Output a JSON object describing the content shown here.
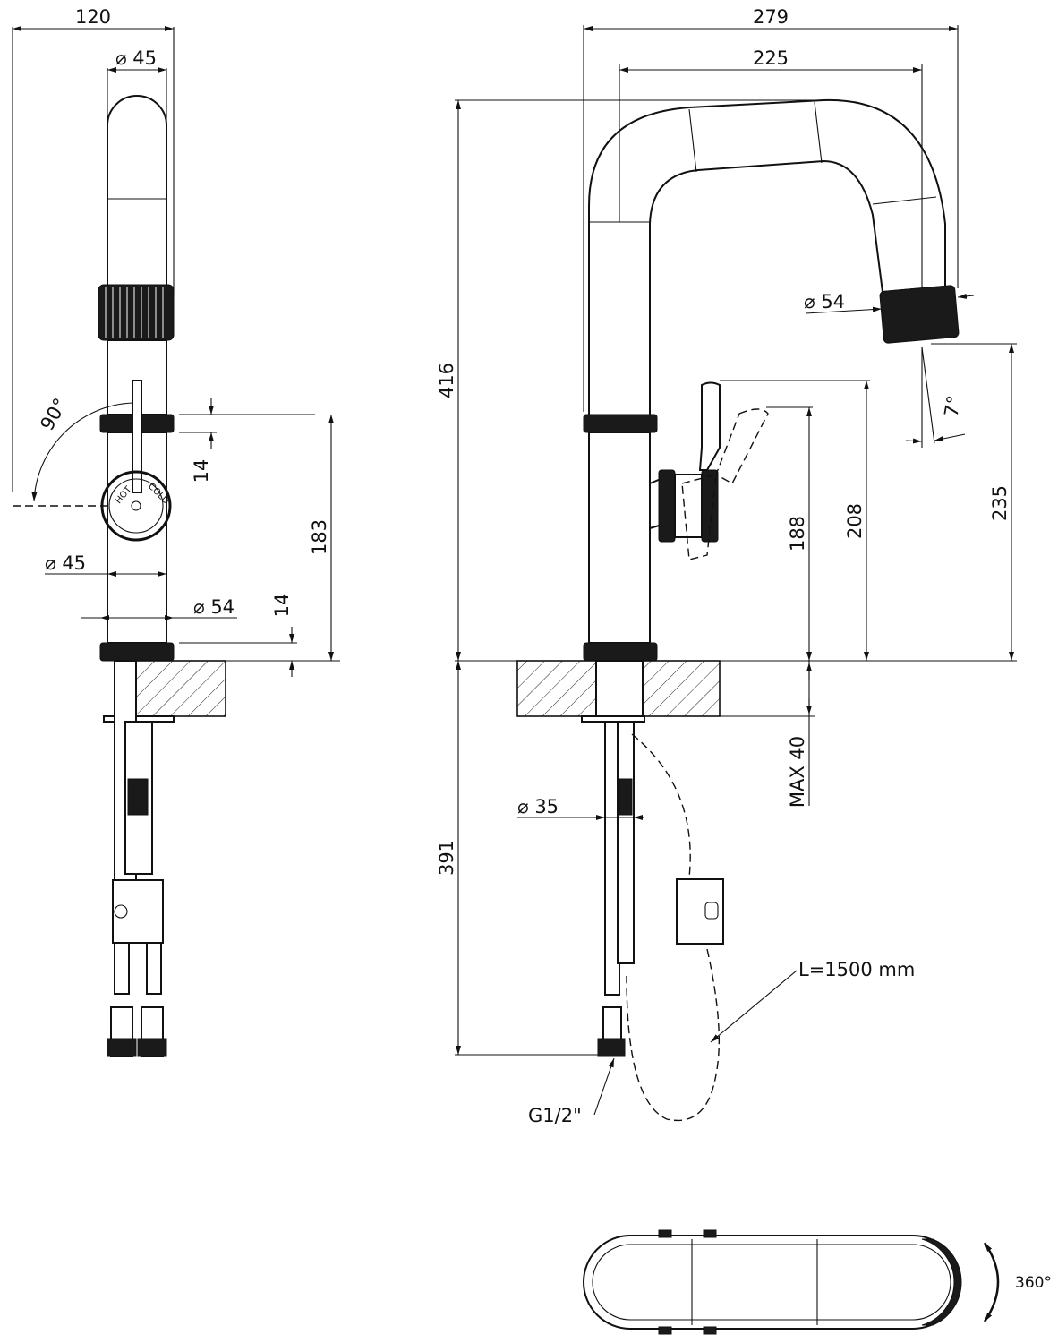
{
  "dimensions": {
    "side_width": "120",
    "side_dia_top": "⌀ 45",
    "side_angle": "90°",
    "side_ring_h": "14",
    "side_dia_body": "⌀ 45",
    "side_dia_base": "⌀ 54",
    "side_base_h": "14",
    "side_height": "183",
    "front_width": "279",
    "front_reach": "225",
    "front_total_h": "416",
    "front_spout_dia": "⌀ 54",
    "front_spout_angle": "7°",
    "front_spout_h": "235",
    "front_lever_top": "208",
    "front_lever_h": "188",
    "front_max_deck": "MAX 40",
    "front_hose_dia": "⌀ 35",
    "front_under_h": "391",
    "hose_length": "L=1500 mm",
    "connector": "G1/2\"",
    "rotation": "360°"
  },
  "knob_labels": {
    "hot": "HOT",
    "cold": "COLD"
  },
  "colors": {
    "line": "#111111",
    "background": "#ffffff"
  }
}
